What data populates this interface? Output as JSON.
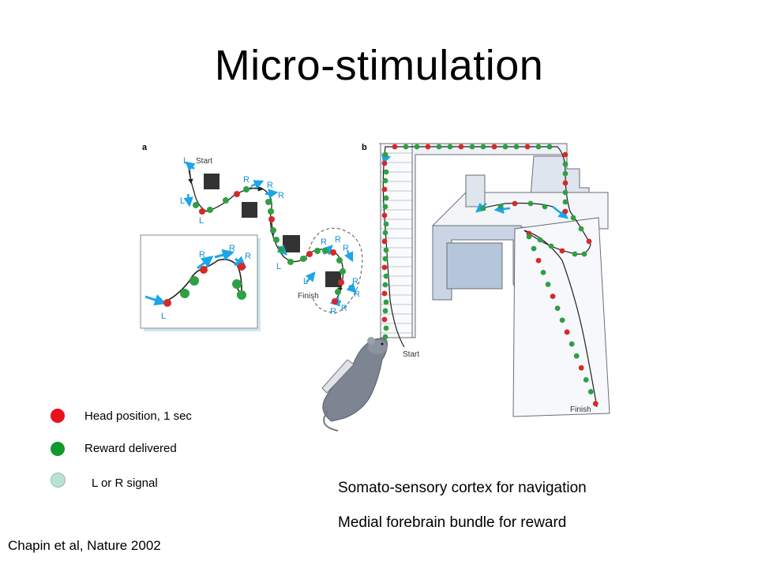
{
  "slide": {
    "title": "Micro-stimulation",
    "citation": "Chapin et al, Nature 2002"
  },
  "figure": {
    "panel_a_label": "a",
    "panel_b_label": "b",
    "start_label_a": "Start",
    "finish_label_a": "Finish",
    "start_label_b": "Start",
    "finish_label_b": "Finish",
    "signal_L": "L",
    "signal_R": "R",
    "colors": {
      "head_position": "#d42a2a",
      "reward": "#2ea043",
      "signal": "#1aa6e8",
      "obstacle": "#333333"
    }
  },
  "legend": {
    "items": [
      {
        "label": "Head position, 1 sec",
        "color": "#e8121c"
      },
      {
        "label": "Reward delivered",
        "color": "#0f9a2c"
      },
      {
        "label": "L or R signal",
        "color": "#b9e2d6"
      }
    ]
  },
  "captions": {
    "line1": "Somato-sensory cortex for navigation",
    "line2": "Medial forebrain bundle for reward"
  }
}
